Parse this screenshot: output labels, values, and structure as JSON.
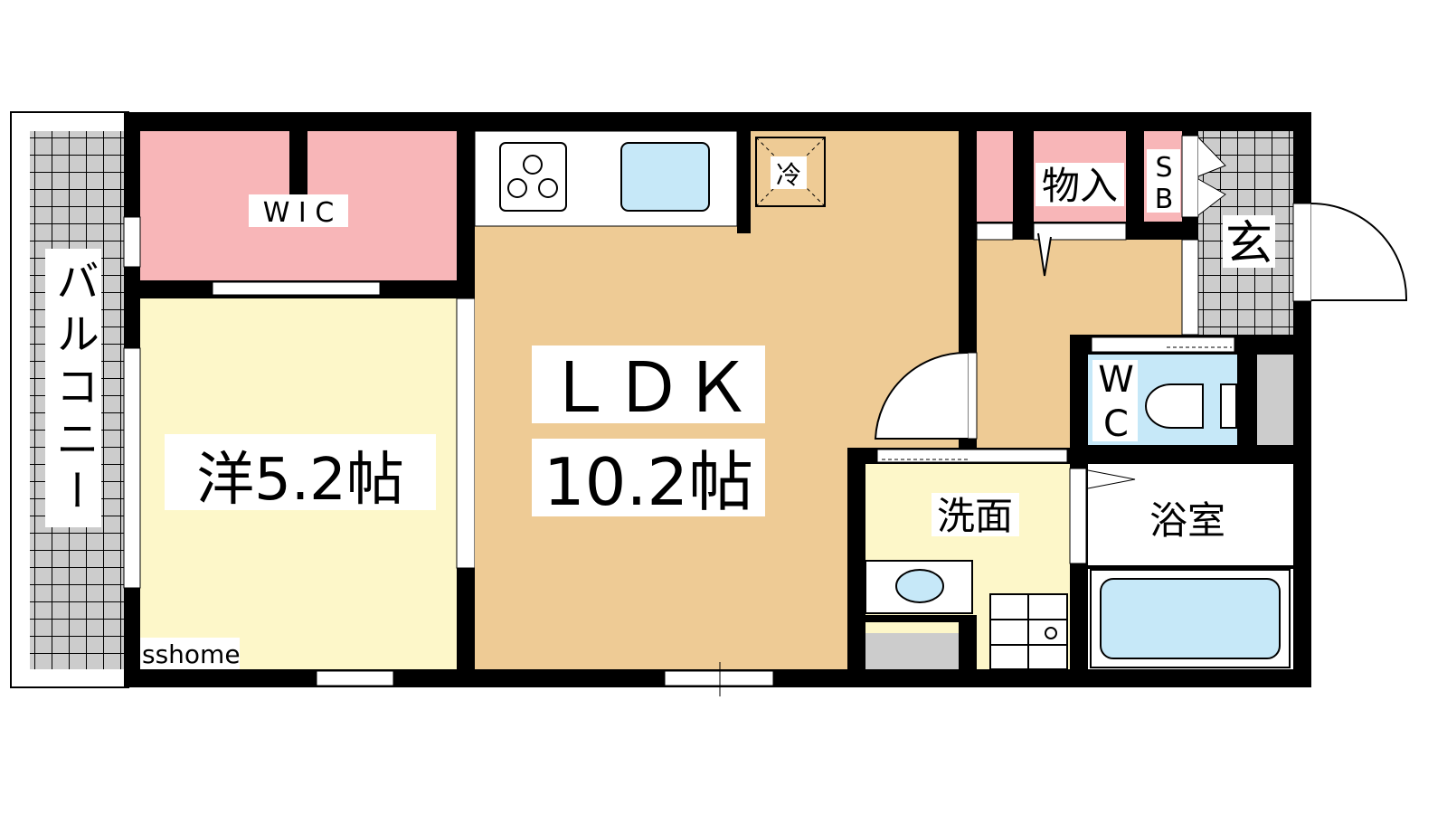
{
  "rooms": {
    "balcony": "バルコニー",
    "wic": "W I C",
    "western_room": "洋5.2帖",
    "ldk_name": "ＬＤＫ",
    "ldk_size": "10.2帖",
    "fridge": "冷",
    "storage": "物入",
    "shoe_box_s": "S",
    "shoe_box_b": "B",
    "entrance": "玄",
    "wc_w": "W",
    "wc_c": "C",
    "washroom": "洗面",
    "bathroom": "浴室"
  },
  "watermark": "sshome",
  "colors": {
    "wall": "#000000",
    "closet": "#f8b6b8",
    "ldk": "#eecb95",
    "western": "#fdf7c9",
    "water": "#c6e8f8",
    "tile": "#cccccc"
  }
}
